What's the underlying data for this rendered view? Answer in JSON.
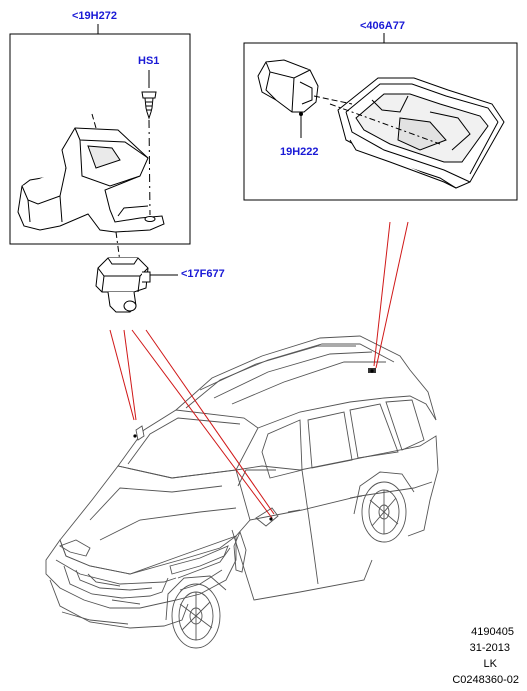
{
  "callouts": {
    "bracket_19H272": "<19H272",
    "bolt_HS1": "HS1",
    "housing_406A77": "<406A77",
    "module_19H222": "19H222",
    "sensor_17F677": "<17F677"
  },
  "footer": {
    "line1": "4190405",
    "line2": "31-2013",
    "line3": "LK",
    "line4": "C0248360-02"
  },
  "colors": {
    "callout_text": "#1a1ad6",
    "leader_lines": "#d01818",
    "outline": "#000000"
  }
}
